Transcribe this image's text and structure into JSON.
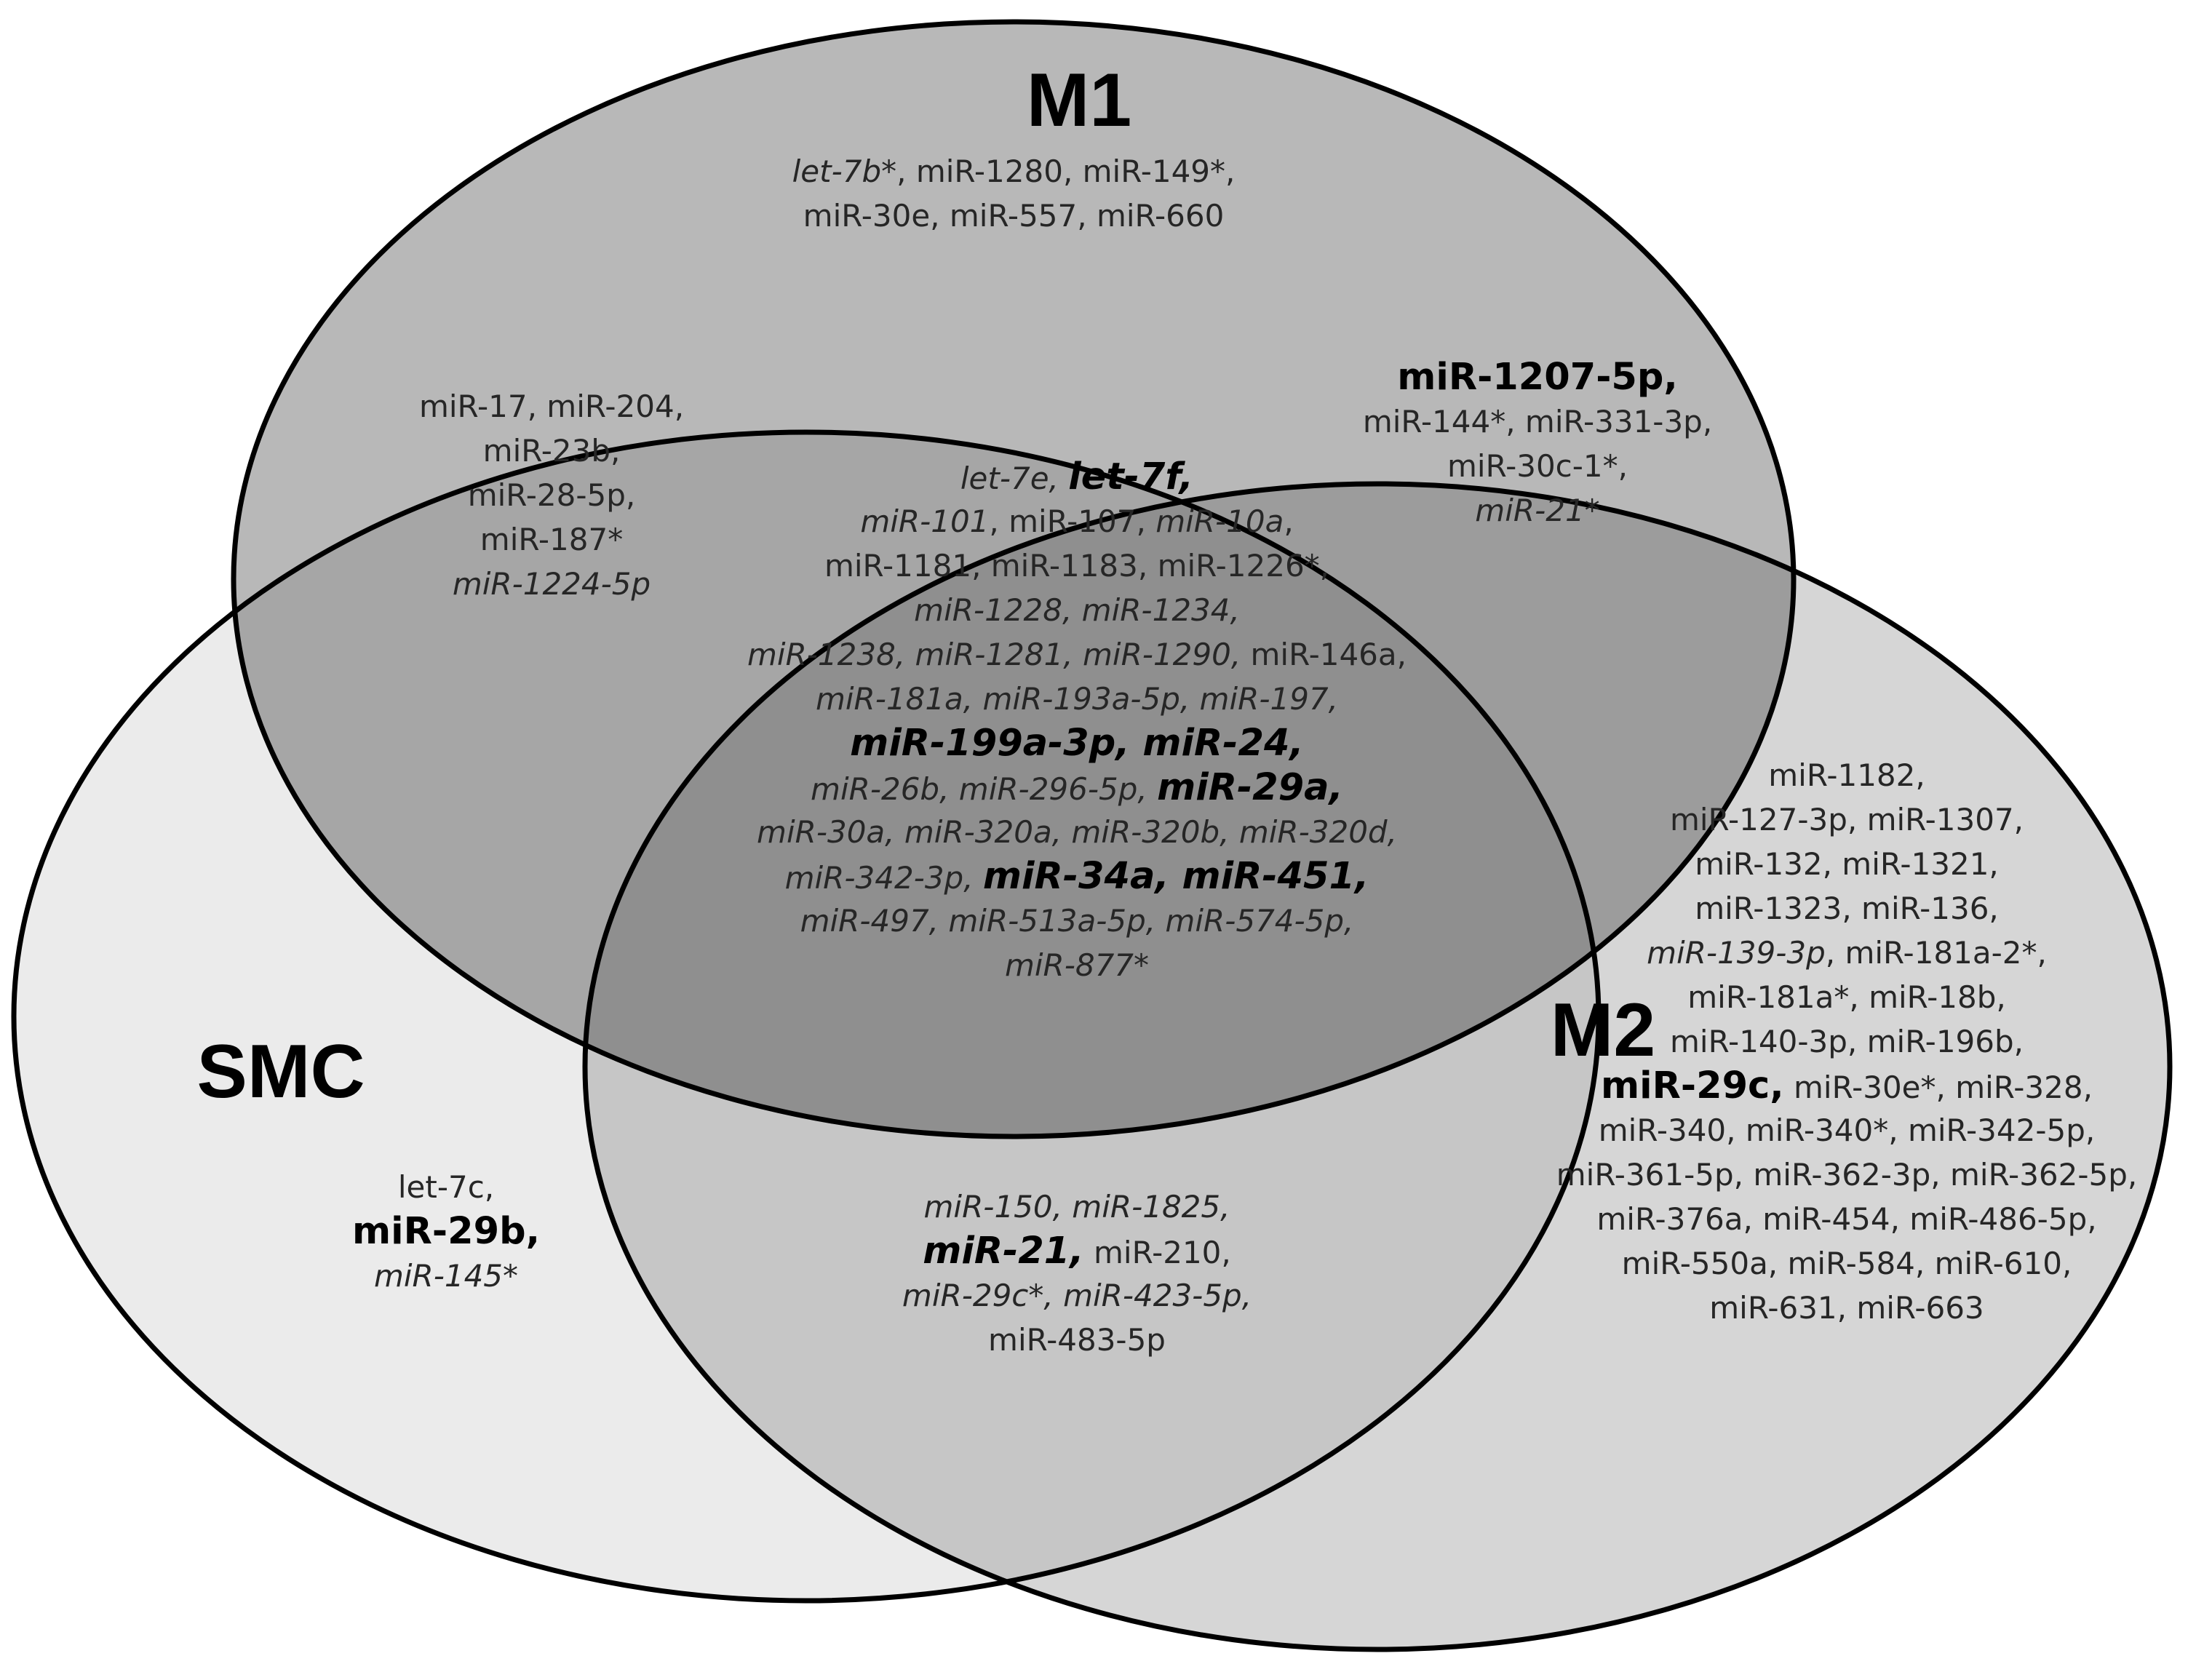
{
  "sets": [
    {
      "id": "M1",
      "label": "M1",
      "fill": "#b8b8b8"
    },
    {
      "id": "SMC",
      "label": "SMC",
      "fill": "#ebebeb"
    },
    {
      "id": "M2",
      "label": "M2",
      "fill": "#d6d6d6"
    }
  ],
  "colors": {
    "stroke": "#000000",
    "text": "#262626",
    "m1_smc": "#a6a6a6",
    "m1_m2": "#9c9c9c",
    "smc_m2": "#c6c6c6",
    "all": "#8f8f8f"
  },
  "regions": {
    "m1_only": [
      [
        {
          "t": "let-7b*",
          "s": "i"
        },
        {
          "t": ", miR-1280, miR-149*,"
        }
      ],
      [
        {
          "t": "miR-30e, miR-557, miR-660"
        }
      ]
    ],
    "m1_smc": [
      [
        {
          "t": "miR-17, miR-204,"
        }
      ],
      [
        {
          "t": "miR-23b,"
        }
      ],
      [
        {
          "t": "miR-28-5p,"
        }
      ],
      [
        {
          "t": "miR-187*"
        }
      ],
      [
        {
          "t": "miR-1224-5p",
          "s": "i"
        }
      ]
    ],
    "m1_m2": [
      [
        {
          "t": "miR-1207-5p,",
          "s": "b"
        }
      ],
      [
        {
          "t": "miR-144*, miR-331-3p,"
        }
      ],
      [
        {
          "t": "miR-30c-1*,"
        }
      ],
      [
        {
          "t": "miR-21*",
          "s": "i"
        }
      ]
    ],
    "all_three": [
      [
        {
          "t": "let-7e, ",
          "s": "i"
        },
        {
          "t": "let-7f,",
          "s": "bi"
        }
      ],
      [
        {
          "t": "miR-101",
          "s": "i"
        },
        {
          "t": ", miR-107, "
        },
        {
          "t": "miR-10a",
          "s": "i"
        },
        {
          "t": ","
        }
      ],
      [
        {
          "t": "miR-1181, miR-1183, miR-1226*,"
        }
      ],
      [
        {
          "t": "miR-1228, miR-1234,",
          "s": "i"
        }
      ],
      [
        {
          "t": "miR-1238, miR-1281, miR-1290, ",
          "s": "i"
        },
        {
          "t": "miR-146a,"
        }
      ],
      [
        {
          "t": "miR-181a, miR-193a-5p, miR-197,",
          "s": "i"
        }
      ],
      [
        {
          "t": "miR-199a-3p, miR-24,",
          "s": "bi"
        }
      ],
      [
        {
          "t": "miR-26b, miR-296-5p, ",
          "s": "i"
        },
        {
          "t": "miR-29a,",
          "s": "bi"
        }
      ],
      [
        {
          "t": "miR-30a, miR-320a, miR-320b, miR-320d,",
          "s": "i"
        }
      ],
      [
        {
          "t": "miR-342-3p, ",
          "s": "i"
        },
        {
          "t": "miR-34a, miR-451,",
          "s": "bi"
        }
      ],
      [
        {
          "t": "miR-497, miR-513a-5p, miR-574-5p,",
          "s": "i"
        }
      ],
      [
        {
          "t": "miR-877*",
          "s": "i"
        }
      ]
    ],
    "smc_only": [
      [
        {
          "t": "let-7c,"
        }
      ],
      [
        {
          "t": "miR-29b,",
          "s": "b"
        }
      ],
      [
        {
          "t": "miR-145*",
          "s": "i"
        }
      ]
    ],
    "smc_m2": [
      [
        {
          "t": "miR-150, miR-1825,",
          "s": "i"
        }
      ],
      [
        {
          "t": "miR-21,",
          "s": "bi"
        },
        {
          "t": "  miR-210,"
        }
      ],
      [
        {
          "t": "miR-29c*, miR-423-5p,",
          "s": "i"
        }
      ],
      [
        {
          "t": "miR-483-5p"
        }
      ]
    ],
    "m2_only": [
      [
        {
          "t": "miR-1182,"
        }
      ],
      [
        {
          "t": "miR-127-3p, miR-1307,"
        }
      ],
      [
        {
          "t": "miR-132, miR-1321,"
        }
      ],
      [
        {
          "t": "miR-1323, miR-136,"
        }
      ],
      [
        {
          "t": "miR-139-3p",
          "s": "i"
        },
        {
          "t": ", miR-181a-2*,"
        }
      ],
      [
        {
          "t": "miR-181a*, miR-18b,"
        }
      ],
      [
        {
          "t": "miR-140-3p, miR-196b,"
        }
      ],
      [
        {
          "t": "miR-29c,",
          "s": "b"
        },
        {
          "t": " miR-30e*, miR-328,"
        }
      ],
      [
        {
          "t": "miR-340, miR-340*, miR-342-5p,"
        }
      ],
      [
        {
          "t": "miR-361-5p, miR-362-3p, miR-362-5p,"
        }
      ],
      [
        {
          "t": "miR-376a, miR-454, miR-486-5p,"
        }
      ],
      [
        {
          "t": "miR-550a, miR-584, miR-610,"
        }
      ],
      [
        {
          "t": "miR-631, miR-663"
        }
      ]
    ]
  }
}
